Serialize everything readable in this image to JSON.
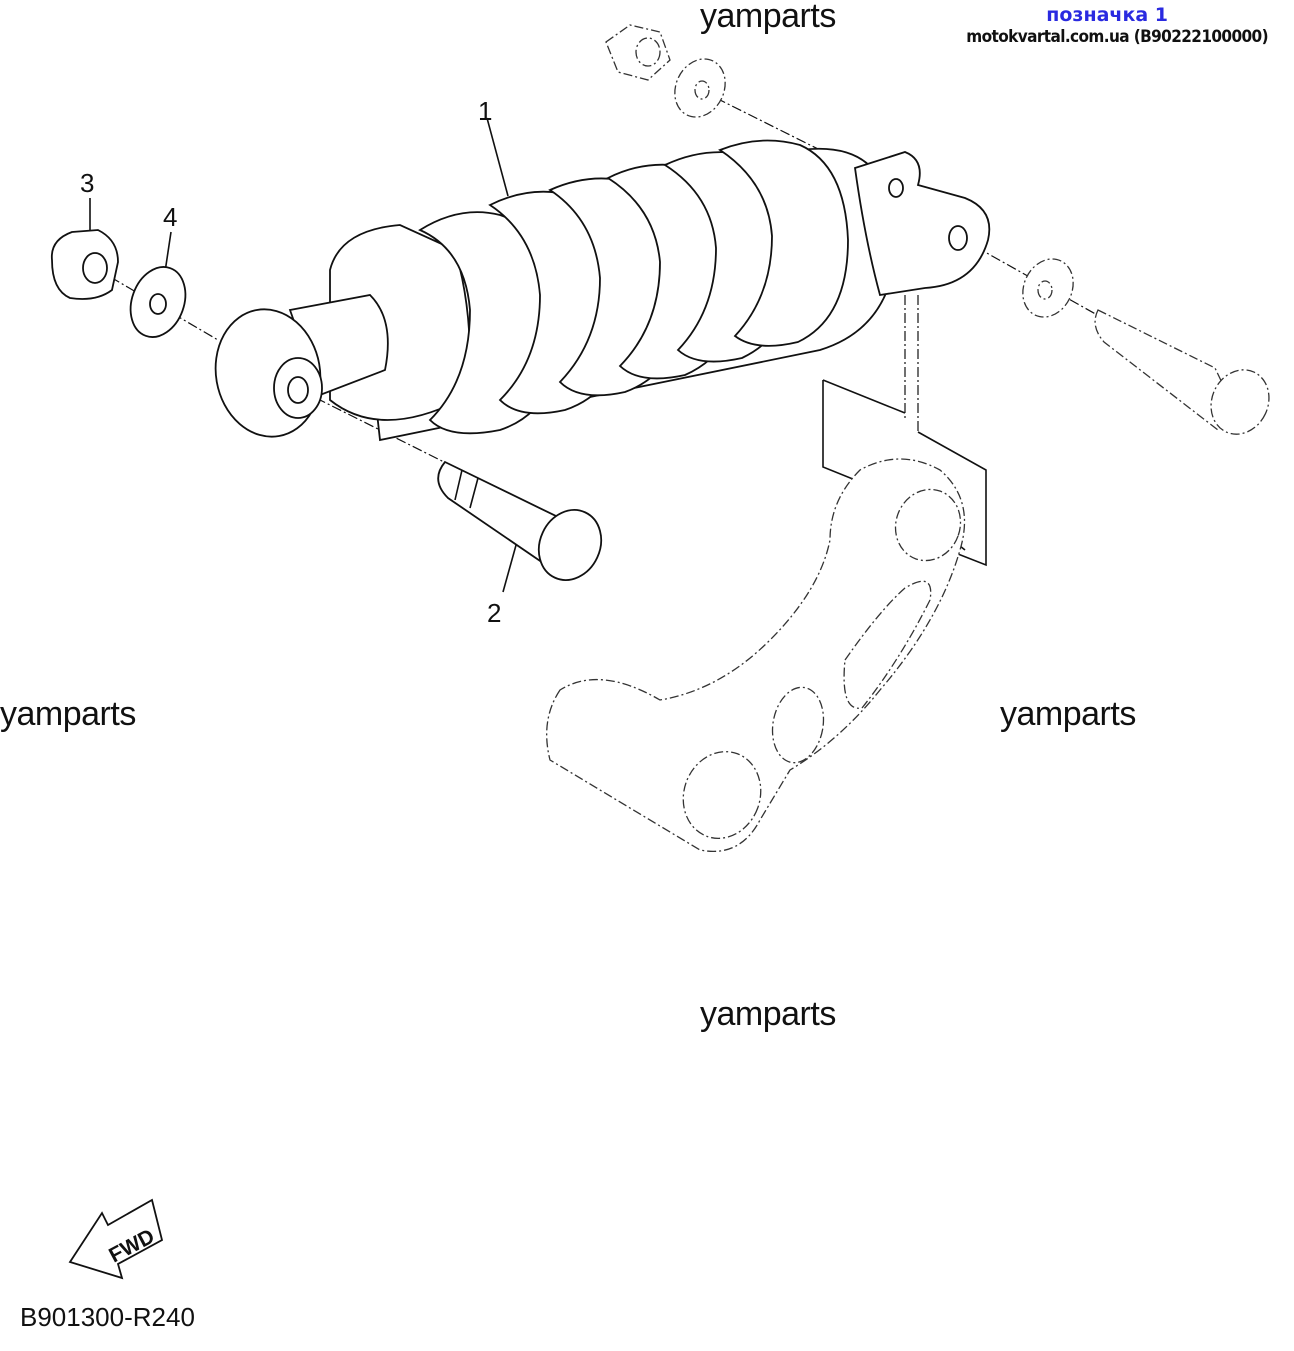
{
  "watermarks": [
    "yamparts",
    "yamparts",
    "yamparts",
    "yamparts"
  ],
  "header": {
    "mark_label": "позначка 1",
    "source_label": "motokvartal.com.ua (B90222100000)"
  },
  "callouts": [
    "1",
    "2",
    "3",
    "4"
  ],
  "fwd_label": "FWD",
  "diagram_code": "B901300-R240",
  "colors": {
    "mark": "#2a2ae0",
    "ink": "#111111",
    "background": "#ffffff"
  }
}
